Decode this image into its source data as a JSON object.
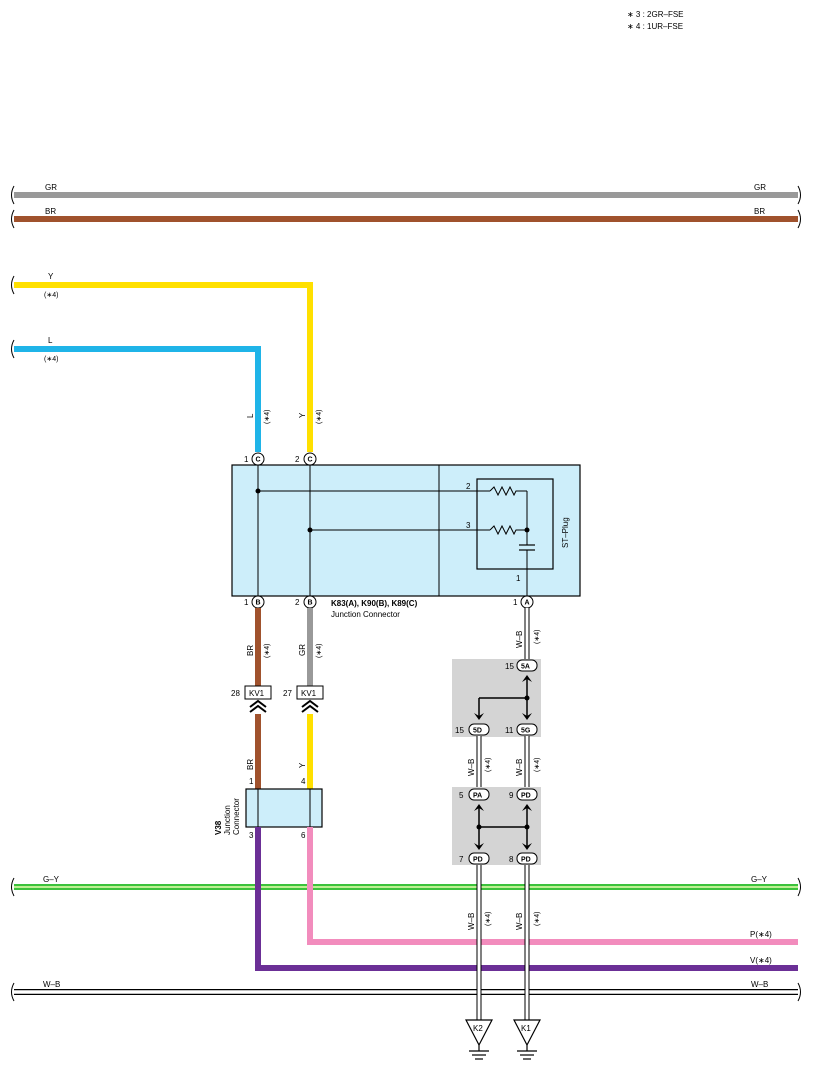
{
  "notes": [
    "∗ 3 : 2GR–FSE",
    "∗ 4 : 1UR–FSE"
  ],
  "wires": {
    "gr": "GR",
    "br": "BR",
    "y": "Y",
    "l": "L",
    "gy": "G–Y",
    "wb": "W–B",
    "p4": "P(∗4)",
    "v4": "V(∗4)"
  },
  "star4": "(∗4)",
  "junction": {
    "name": "K83(A), K90(B), K89(C)",
    "sub": "Junction Connector",
    "stplug": "ST–Plug"
  },
  "v38": {
    "name": "V38",
    "line1": "Junction",
    "line2": "Connector"
  },
  "pins": {
    "c1": "1",
    "c2": "2",
    "b1": "1",
    "b2": "2",
    "a1": "1",
    "r2": "2",
    "r3": "3",
    "r1": "1",
    "kv1_28": "28",
    "kv1_27": "27",
    "v38_1": "1",
    "v38_4": "4",
    "v38_3": "3",
    "v38_6": "6",
    "n15a": "15",
    "n15d": "15",
    "n11g": "11",
    "n5pa": "5",
    "n9pd": "9",
    "n7pd": "7",
    "n8pd": "8"
  },
  "connectors": {
    "c": "C",
    "b": "B",
    "a": "A",
    "kv1": "KV1",
    "c5a": "5A",
    "c5d": "5D",
    "c5g": "5G",
    "pa": "PA",
    "pd": "PD"
  },
  "grounds": {
    "k2": "K2",
    "k1": "K1"
  },
  "colors": {
    "gr": "#999999",
    "br": "#a0522d",
    "y": "#ffe000",
    "l": "#1fb4e8",
    "gy": "#3cc23c",
    "p": "#f28cbd",
    "v": "#6b2f96",
    "wb": "#ffffff",
    "box_fill": "#cdeefa",
    "splice_fill": "#d4d4d4"
  }
}
